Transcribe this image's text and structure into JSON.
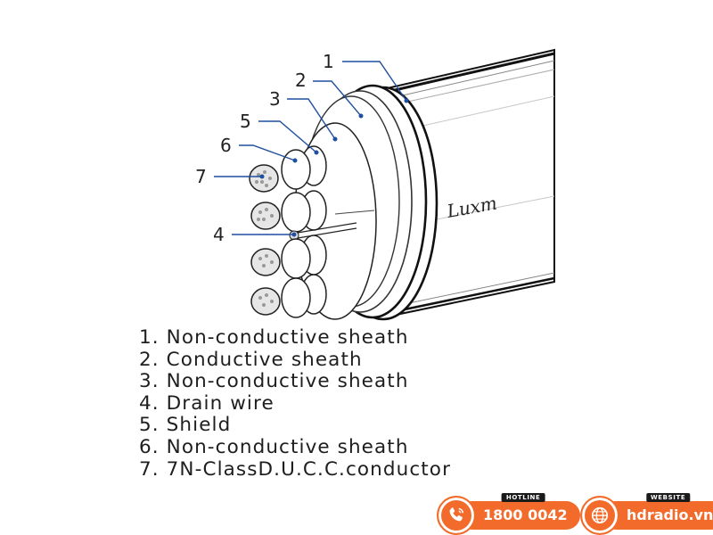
{
  "diagram": {
    "callouts": [
      "1",
      "2",
      "3",
      "4",
      "5",
      "6",
      "7"
    ],
    "brand_mark": "Luxm"
  },
  "legend": [
    "1. Non-conductive sheath",
    "2. Conductive sheath",
    "3. Non-conductive sheath",
    "4. Drain wire",
    "5. Shield",
    "6. Non-conductive sheath",
    "7. 7N-ClassD.U.C.C.conductor"
  ],
  "contact": {
    "hotline_caption": "HOTLINE",
    "hotline_number": "1800 0042",
    "website_caption": "WEBSITE",
    "website_url": "hdradio.vn"
  },
  "colors": {
    "accent": "#f26b2a",
    "leader": "#1f4fa0"
  },
  "icons": {
    "hotline": "phone-icon",
    "website": "globe-icon"
  }
}
